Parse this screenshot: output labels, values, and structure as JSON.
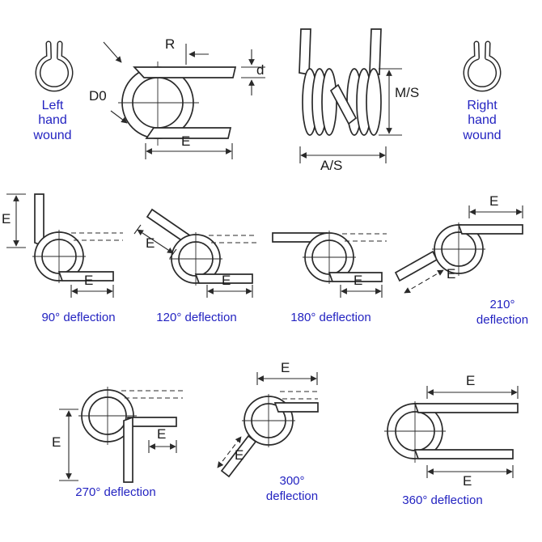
{
  "page": {
    "background": "#ffffff",
    "subject": "Torsion spring reference diagram: winding direction, dimensions and deflection angles"
  },
  "colors": {
    "line": "#2a2a2a",
    "label_blue": "#2323c1",
    "dim_text": "#1a1a1a"
  },
  "labels": {
    "left_wound": "Left\nhand\nwound",
    "right_wound": "Right\nhand\nwound",
    "R": "R",
    "d": "d",
    "D0": "D0",
    "E": "E",
    "MS": "M/S",
    "AS": "A/S"
  },
  "deflections": [
    {
      "id": "90",
      "label": "90° deflection"
    },
    {
      "id": "120",
      "label": "120° deflection"
    },
    {
      "id": "180",
      "label": "180° deflection"
    },
    {
      "id": "210",
      "label": "210°\ndeflection"
    },
    {
      "id": "270",
      "label": "270° deflection"
    },
    {
      "id": "300",
      "label": "300°\ndeflection"
    },
    {
      "id": "360",
      "label": "360° deflection"
    }
  ]
}
